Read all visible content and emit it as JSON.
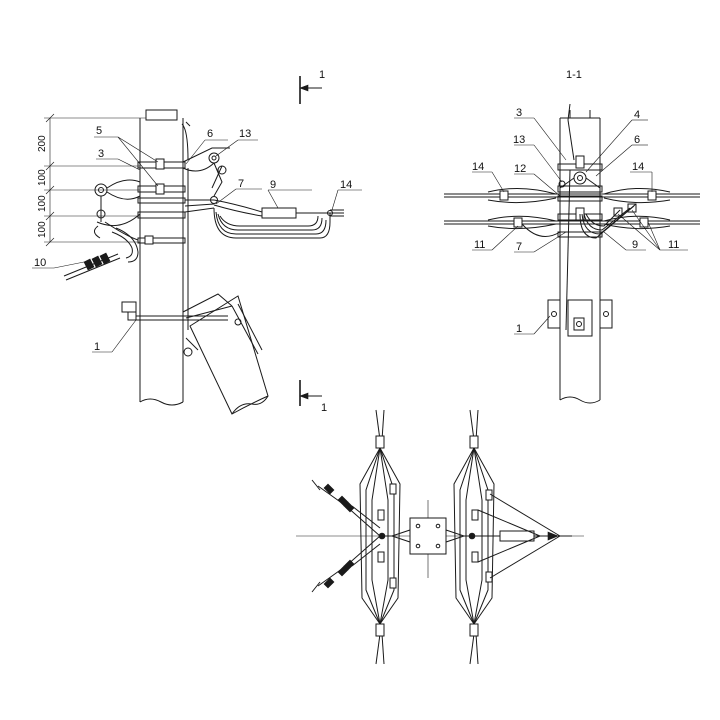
{
  "section": {
    "mark_top": "1",
    "mark_bottom": "1",
    "view_title": "1-1"
  },
  "dimensions": [
    "200",
    "100",
    "100",
    "100"
  ],
  "front_labels": [
    "5",
    "6",
    "13",
    "3",
    "7",
    "9",
    "14",
    "10",
    "1"
  ],
  "side_labels": [
    "3",
    "4",
    "13",
    "6",
    "12",
    "14",
    "14",
    "11",
    "7",
    "9",
    "11",
    "1"
  ]
}
